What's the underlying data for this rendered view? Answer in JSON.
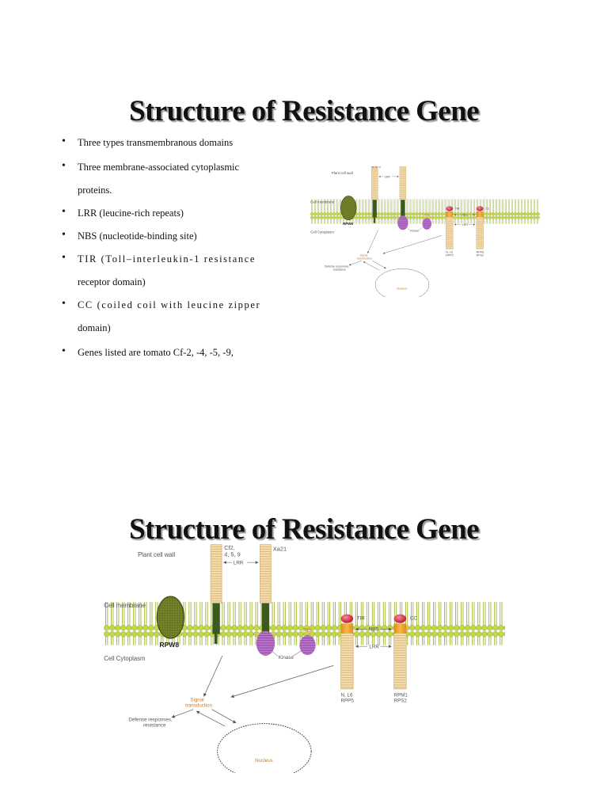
{
  "slide1": {
    "title": "Structure of Resistance Gene",
    "bullets": [
      {
        "lines": [
          "Three types transmembranous domains"
        ]
      },
      {
        "lines": [
          "Three membrane-associated cytoplasmic",
          "proteins."
        ]
      },
      {
        "lines": [
          "LRR (leucine-rich repeats)"
        ]
      },
      {
        "lines": [
          " NBS (nucleotide-binding site)"
        ]
      },
      {
        "lines": [
          " TIR (Toll–interleukin-1 resistance",
          "receptor domain)"
        ]
      },
      {
        "lines": [
          "CC (coiled coil with leucine zipper",
          "domain)"
        ]
      },
      {
        "lines": [
          "Genes listed are tomato Cf-2, -4, -5, -9,"
        ]
      }
    ]
  },
  "slide2": {
    "title": "Structure of Resistance Gene"
  },
  "diagram": {
    "plant_cell_wall": "Plant cell wall",
    "cell_membrane": "Cell membrane",
    "cell_cytoplasm": "Cell Cytoplasm",
    "cf_label_1": "Cf2,",
    "cf_label_2": "4, 5, 9",
    "xa21": "Xa21",
    "lrr_top": "LRR",
    "rpw8": "RPW8",
    "pto": "Pto",
    "kinase": "Kinase",
    "tir": "TIR",
    "cc": "CC",
    "nbs": "NBS",
    "lrr_mid": "LRR",
    "n_l6_1": "N, L6",
    "n_l6_2": "RPP5",
    "rpm1_1": "RPM1",
    "rpm1_2": "RPS2",
    "signal_1": "Signal",
    "signal_2": "transduction",
    "defense_1": "Defense responses,",
    "defense_2": "resistance",
    "nucleus": "Nucleus"
  },
  "colors": {
    "membrane_green": "#b5cc3c",
    "membrane_dark": "#7d9223",
    "lrr_tan": "#f1d6a4",
    "lrr_stroke": "#d0a867",
    "transmembrane": "#3d5a1e",
    "kinase_purple": "#a25bb8",
    "tir_red": "#d8344a",
    "nbs_orange": "#f0a330",
    "label_orange": "#c57d25",
    "rpw8_olive": "#5d6d1f"
  }
}
